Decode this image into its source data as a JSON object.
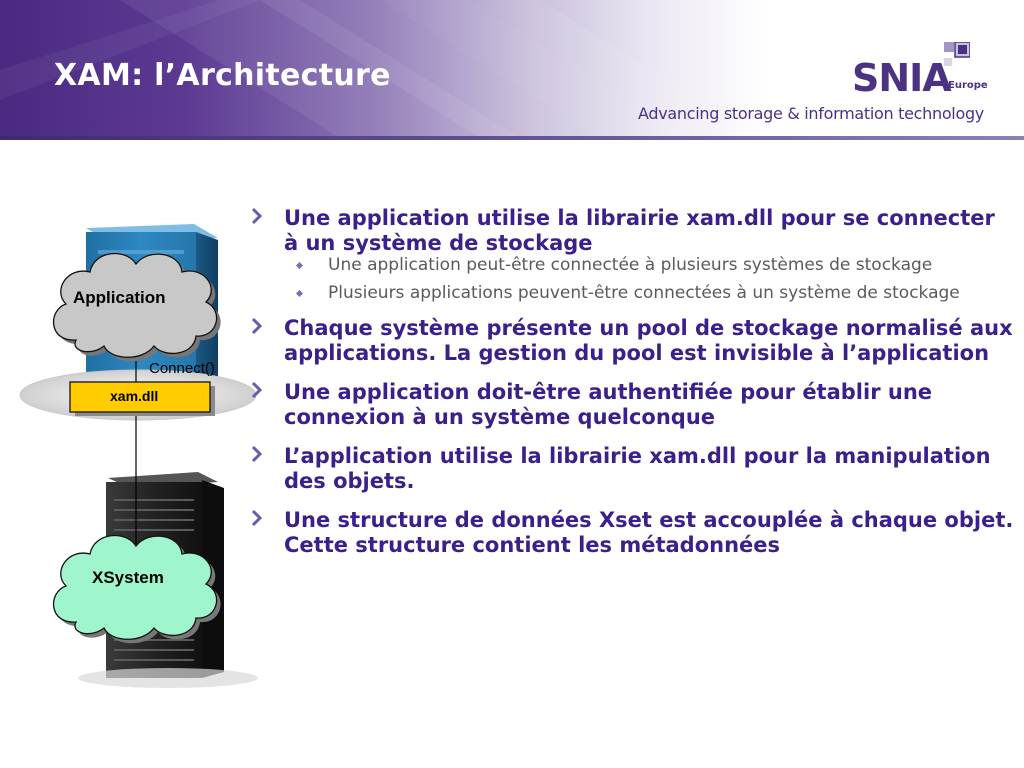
{
  "slide": {
    "title": "XAM: l’Architecture"
  },
  "logo": {
    "word": "SNIA",
    "sub": "Europe",
    "tagline": "Advancing storage & information technology",
    "colors": {
      "brand": "#4b3283",
      "accent": "#a098c2"
    }
  },
  "diagram": {
    "application": "Application",
    "connect": "Connect()",
    "library": "xam.dll",
    "system": "XSystem",
    "colors": {
      "app_cloud": "#c8c8c8",
      "system_cloud": "#9ff5cc",
      "library_box": "#ffcc00"
    }
  },
  "bullets": [
    {
      "text": "Une application utilise la librairie xam.dll pour se connecter à un système de stockage",
      "sub": [
        "Une application peut-être connectée à plusieurs systèmes de stockage",
        "Plusieurs applications peuvent-être connectées à un système de stockage"
      ]
    },
    {
      "text": "Chaque système présente un pool de stockage normalisé aux applications. La gestion du pool est invisible à l’application"
    },
    {
      "text": "Une application doit-être authentifiée pour établir une connexion à un système quelconque"
    },
    {
      "text": "L’application utilise la librairie xam.dll pour la manipulation des objets."
    },
    {
      "text": "Une structure de données Xset est accouplée à chaque objet. Cette structure contient les métadonnées"
    }
  ],
  "theme": {
    "bullet_text": "#3b1f8a",
    "sub_text": "#5a5a5a",
    "bullet_mark": "#6d5aa8",
    "sub_mark": "#7a6fb0"
  }
}
